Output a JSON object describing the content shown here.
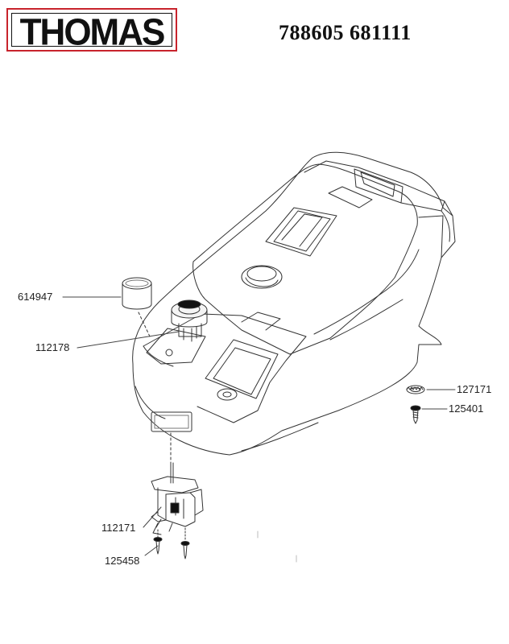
{
  "header": {
    "brand": "THOMAS",
    "document_number": "788605 681111"
  },
  "parts": [
    {
      "id": "614947"
    },
    {
      "id": "112178"
    },
    {
      "id": "127171"
    },
    {
      "id": "125401"
    },
    {
      "id": "112171"
    },
    {
      "id": "125458"
    }
  ],
  "colors": {
    "brand_red": "#c8232c",
    "line": "#333333"
  }
}
